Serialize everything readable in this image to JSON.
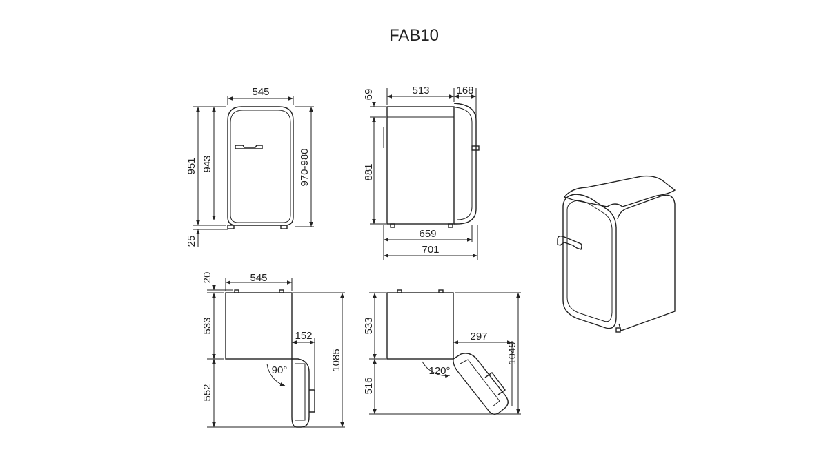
{
  "title": "FAB10",
  "front": {
    "width": "545",
    "height_total": "951",
    "height_body": "943",
    "height_range": "970-980",
    "feet": "25"
  },
  "side": {
    "top_offset": "69",
    "depth": "513",
    "door_depth": "168",
    "height": "881",
    "depth_no_handle": "659",
    "depth_total": "701"
  },
  "plan90": {
    "offset": "20",
    "width": "545",
    "depth": "533",
    "door_proj": "152",
    "angle": "90°",
    "door_swing": "552",
    "total": "1085"
  },
  "plan120": {
    "depth": "533",
    "door_proj": "297",
    "angle": "120°",
    "door_swing": "516",
    "total": "1049"
  }
}
